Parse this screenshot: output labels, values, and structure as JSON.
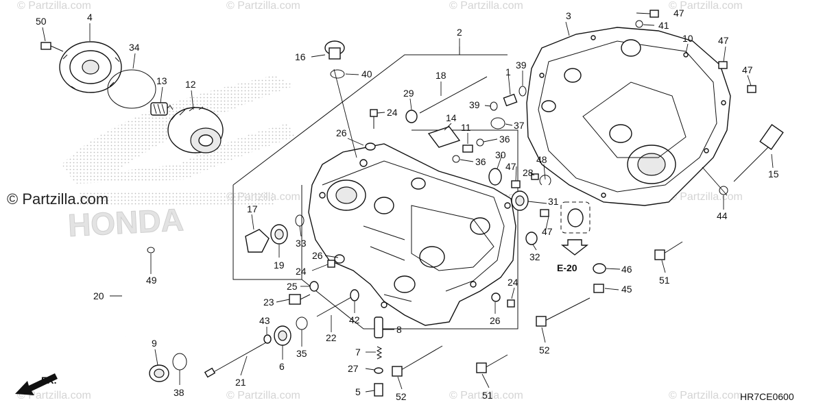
{
  "watermark": "© Partzilla.com",
  "brand_logo_text": "HONDA",
  "diagram_code": "HR7CE0600",
  "ref_tag": "E-20",
  "front_label": "FR.",
  "callouts": [
    "1",
    "2",
    "3",
    "4",
    "5",
    "6",
    "7",
    "8",
    "9",
    "10",
    "11",
    "12",
    "13",
    "14",
    "15",
    "16",
    "17",
    "18",
    "19",
    "20",
    "21",
    "22",
    "23",
    "24",
    "25",
    "26",
    "27",
    "28",
    "29",
    "30",
    "31",
    "32",
    "33",
    "34",
    "35",
    "36",
    "37",
    "38",
    "39",
    "40",
    "41",
    "42",
    "43",
    "44",
    "45",
    "46",
    "47",
    "48",
    "49",
    "50",
    "51",
    "52"
  ]
}
